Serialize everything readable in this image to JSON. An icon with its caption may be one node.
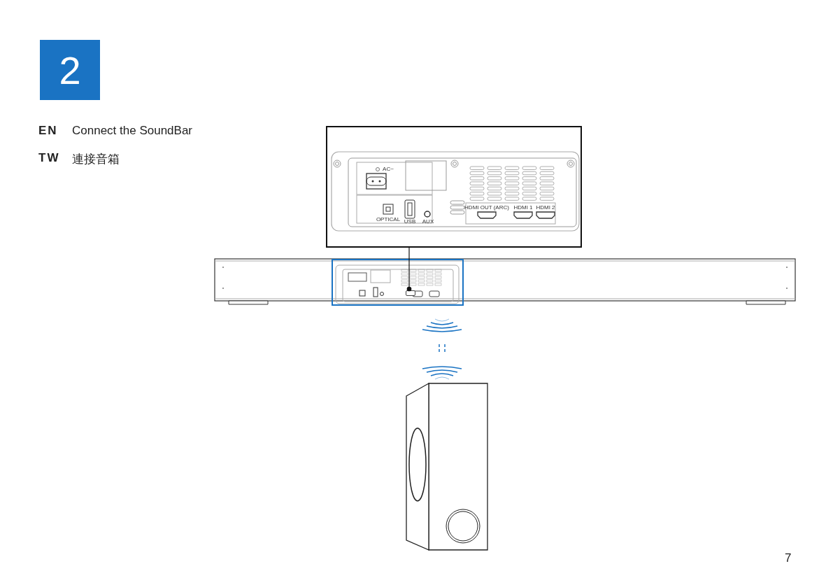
{
  "diagram": {
    "nodes": [
      {
        "text": [
          "AC~",
          "OPTICAL",
          "USB",
          "AUX",
          "HDMI OUT (ARC)",
          "HDMI 1",
          "HDMI 2"
        ]
      },
      {
        "text": [],
        "shape": "picture"
      },
      {
        "text": [],
        "shape": "box",
        "in": 1
      },
      {
        "text": [],
        "shape": "box",
        "in": 2
      },
      {
        "text": [],
        "shape": "picture"
      }
    ],
    "edges": [
      {
        "from": 0,
        "to": 3,
        "arrow": "other"
      }
    ],
    "labels": [
      "2",
      "EN",
      "Connect the SoundBar",
      "TW",
      "連接音箱",
      "7"
    ]
  }
}
